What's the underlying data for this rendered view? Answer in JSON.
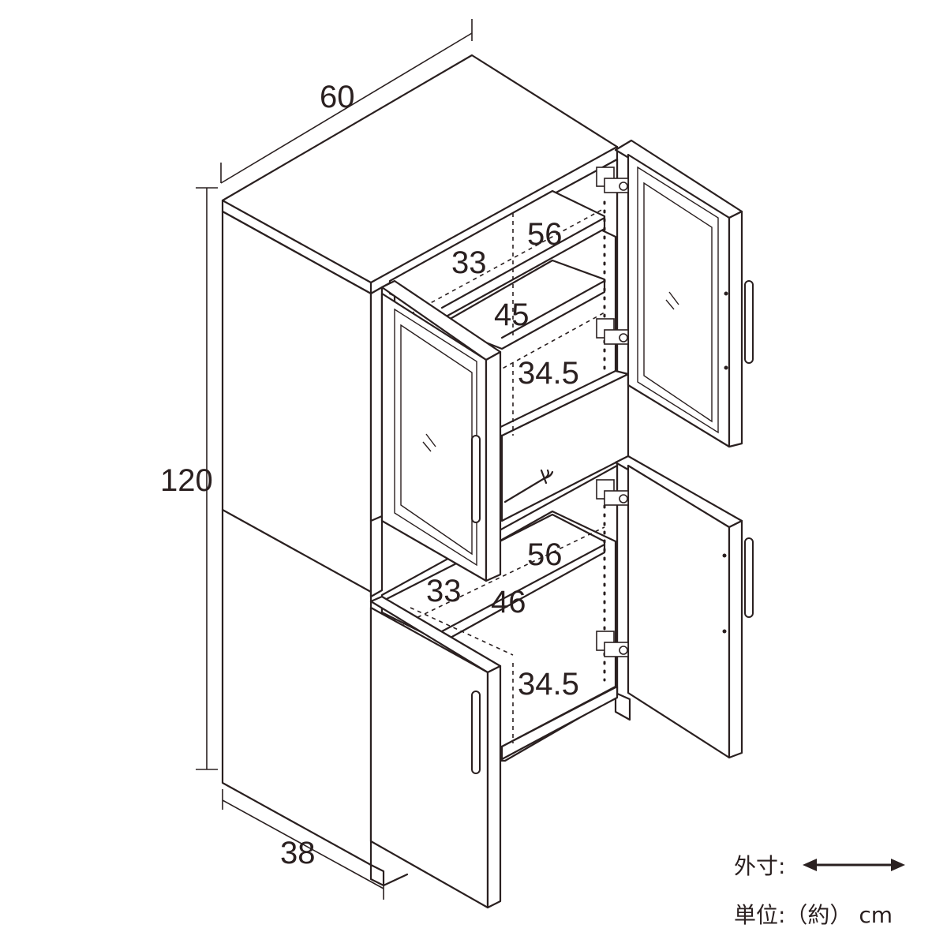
{
  "dimensions": {
    "width": "60",
    "height": "120",
    "depth": "38",
    "upper_shelf_width": "56",
    "upper_shelf_depth": "33",
    "upper_shelf_height": "45",
    "upper_inner_height": "34.5",
    "lower_shelf_width": "56",
    "lower_shelf_depth": "33",
    "lower_shelf_height": "46",
    "lower_inner_height": "34.5"
  },
  "legend": {
    "outer_label": "外寸:",
    "unit_label": "単位:（約） cm"
  }
}
